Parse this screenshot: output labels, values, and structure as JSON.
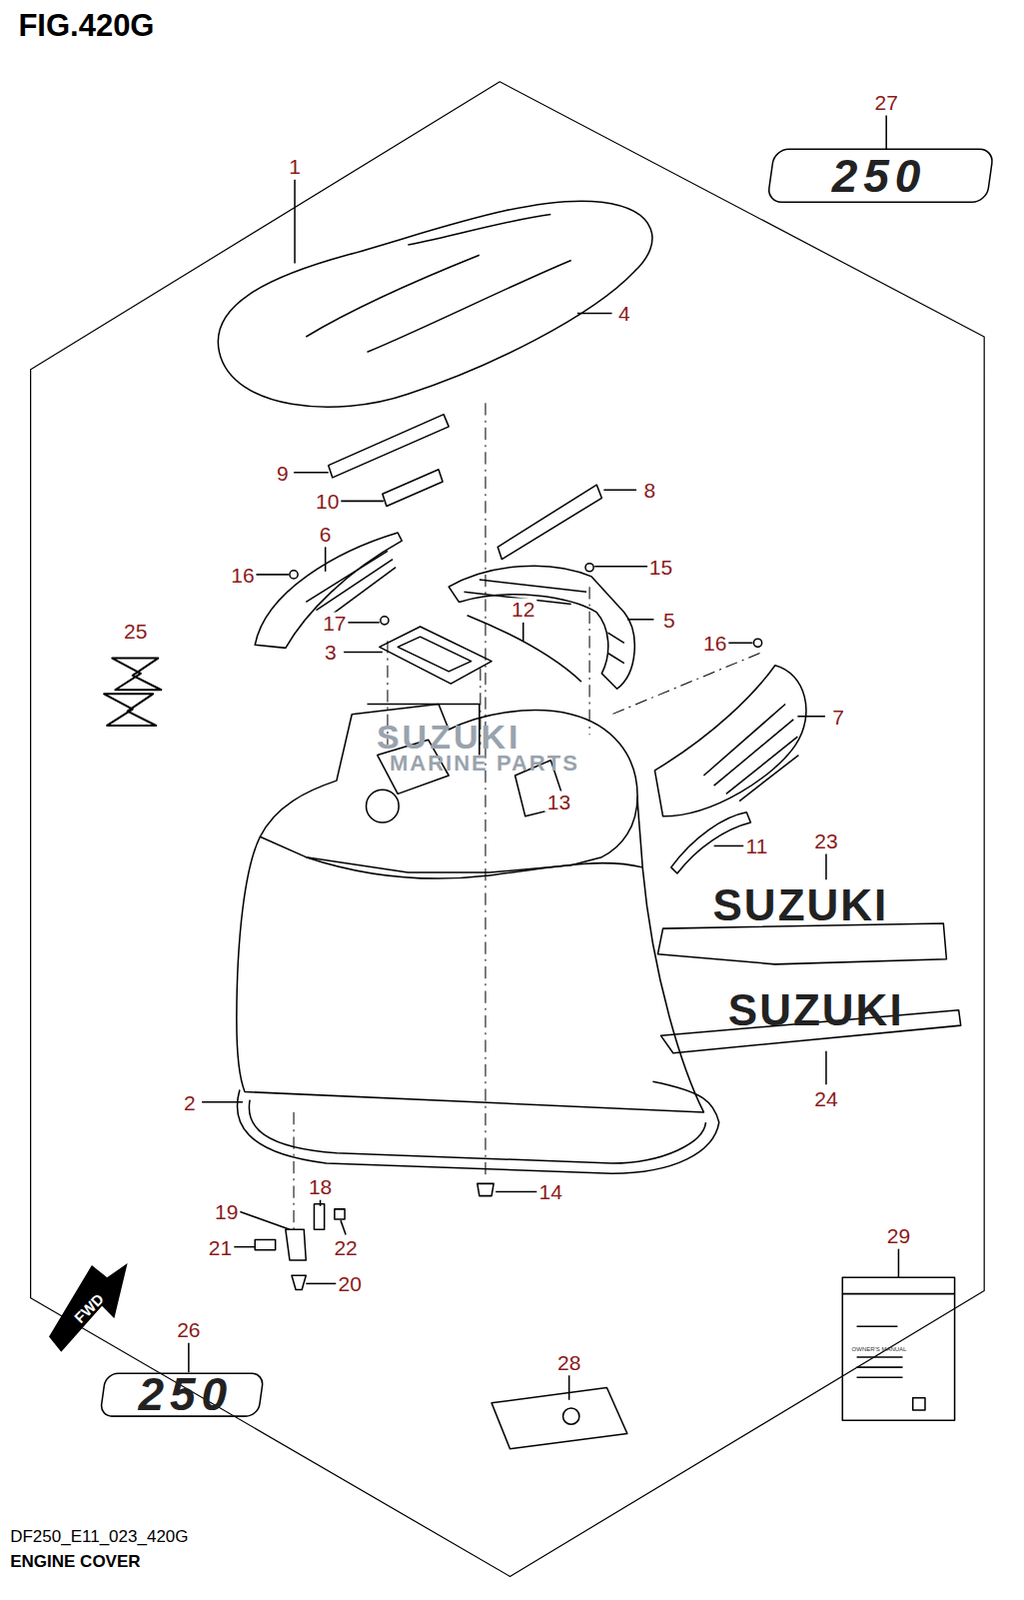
{
  "diagram": {
    "title": "FIG.420G",
    "caption": "ENGINE COVER",
    "labels": [
      "27",
      "1",
      "4",
      "9",
      "10",
      "8",
      "6",
      "16",
      "15",
      "17",
      "5",
      "12",
      "3",
      "16",
      "25",
      "7",
      "13",
      "11",
      "23",
      "24",
      "2",
      "14",
      "18",
      "19",
      "21",
      "22",
      "20",
      "29",
      "26",
      "28",
      "DF250_E11_023_420G",
      "250",
      "250",
      "SUZUKI",
      "SUZUKI",
      "FWD",
      "OWNER'S MANUAL",
      "SUZUKI",
      "MARINE PARTS"
    ]
  }
}
